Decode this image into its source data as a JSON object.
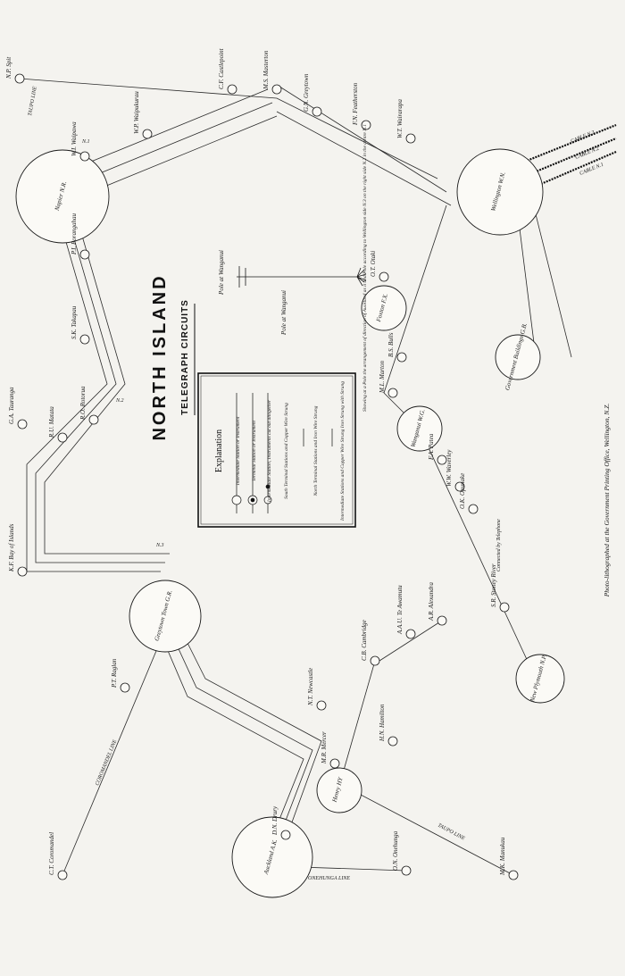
{
  "title": "NORTH ISLAND",
  "subtitle": "TELEGRAPH CIRCUITS",
  "credit": "Photo-lithographed at the Government Printing Office, Wellington, N.Z.",
  "legend": {
    "heading": "Explanation",
    "items": [
      "Intermediate Station or Instrument",
      "Terminal Station or Instrument",
      "Intermediate Station, Instruments cut out altogether",
      "South Terminal Stations and Copper Wire Strung",
      "North Terminal Stations and Iron Wire Strung",
      "Intermediate Stations and Copper Wire Strung Iron Strung with Strung"
    ]
  },
  "pole_note": "Showing at a Pole the arrangement of direction of Auckland as it and Pole according to Wellington side N.3 on the right side N.2 in the centre N.1",
  "pole_labels": [
    "Pole at Wanganui",
    "Pole at Wanganui"
  ],
  "hubs": [
    {
      "code": "N.R.",
      "name": "Napier"
    },
    {
      "code": "W.N.",
      "name": "Wellington"
    },
    {
      "code": "G.R.",
      "name": "Greytown Town"
    },
    {
      "code": "A.K.",
      "name": "Auckland"
    },
    {
      "code": "HY",
      "name": "Henry"
    },
    {
      "code": "W.G.",
      "name": "Wanganui"
    },
    {
      "code": "F.X.",
      "name": "Foxton"
    },
    {
      "code": "G.B.",
      "name": "Government Buildings"
    },
    {
      "code": "N.P.",
      "name": "New Plymouth"
    }
  ],
  "stations": [
    {
      "code": "N.P.",
      "name": "Spit"
    },
    {
      "code": "M.S.",
      "name": "Masterton"
    },
    {
      "code": "C.F.",
      "name": "Castlepoint"
    },
    {
      "code": "G.N.",
      "name": "Greytown"
    },
    {
      "code": "F.N.",
      "name": "Featherston"
    },
    {
      "code": "W.T.",
      "name": "Wairarapa"
    },
    {
      "code": "W.P.",
      "name": "Waipukurau"
    },
    {
      "code": "W.I.",
      "name": "Waipawa"
    },
    {
      "code": "P.I.",
      "name": "Porangahau"
    },
    {
      "code": "S.K.",
      "name": "Takapau"
    },
    {
      "code": "R.O.",
      "name": "Rotorua"
    },
    {
      "code": "R.U.",
      "name": "Matata"
    },
    {
      "code": "G.A.",
      "name": "Tauranga"
    },
    {
      "code": "K.F.",
      "name": "Bay of Islands"
    },
    {
      "code": "C.T.",
      "name": "Coromandel"
    },
    {
      "code": "P.T.",
      "name": "Raglan"
    },
    {
      "code": "C.B.",
      "name": "Cambridge"
    },
    {
      "code": "A.A.U.",
      "name": "Te Awamutu"
    },
    {
      "code": "A.R.",
      "name": "Alexandra"
    },
    {
      "code": "N.T.",
      "name": "Newcastle"
    },
    {
      "code": "H.N.",
      "name": "Hamilton"
    },
    {
      "code": "M.R.",
      "name": "Mercer"
    },
    {
      "code": "D.N.",
      "name": "Drury"
    },
    {
      "code": "O.N.",
      "name": "Onehunga"
    },
    {
      "code": "M.K.",
      "name": "Manukau"
    },
    {
      "code": "M.L.",
      "name": "Marton"
    },
    {
      "code": "B.S.",
      "name": "Bulls"
    },
    {
      "code": "O.T.",
      "name": "Otaki"
    },
    {
      "code": "F.A.",
      "name": "Patea"
    },
    {
      "code": "W.W.",
      "name": "Waverley"
    },
    {
      "code": "O.K.",
      "name": "Opunake"
    },
    {
      "code": "S.R.",
      "name": "Stoney River"
    }
  ],
  "line_labels": [
    "CABLE N.3",
    "CABLE N.2",
    "CABLE N.1",
    "TAUPO LINE",
    "COROMANDEL LINE",
    "ONEHUNGA LINE",
    "TAUPO LINE"
  ],
  "wire_labels": [
    "N.1",
    "N.2",
    "N.3"
  ],
  "note_lines": [
    "Connected by Telephone"
  ]
}
